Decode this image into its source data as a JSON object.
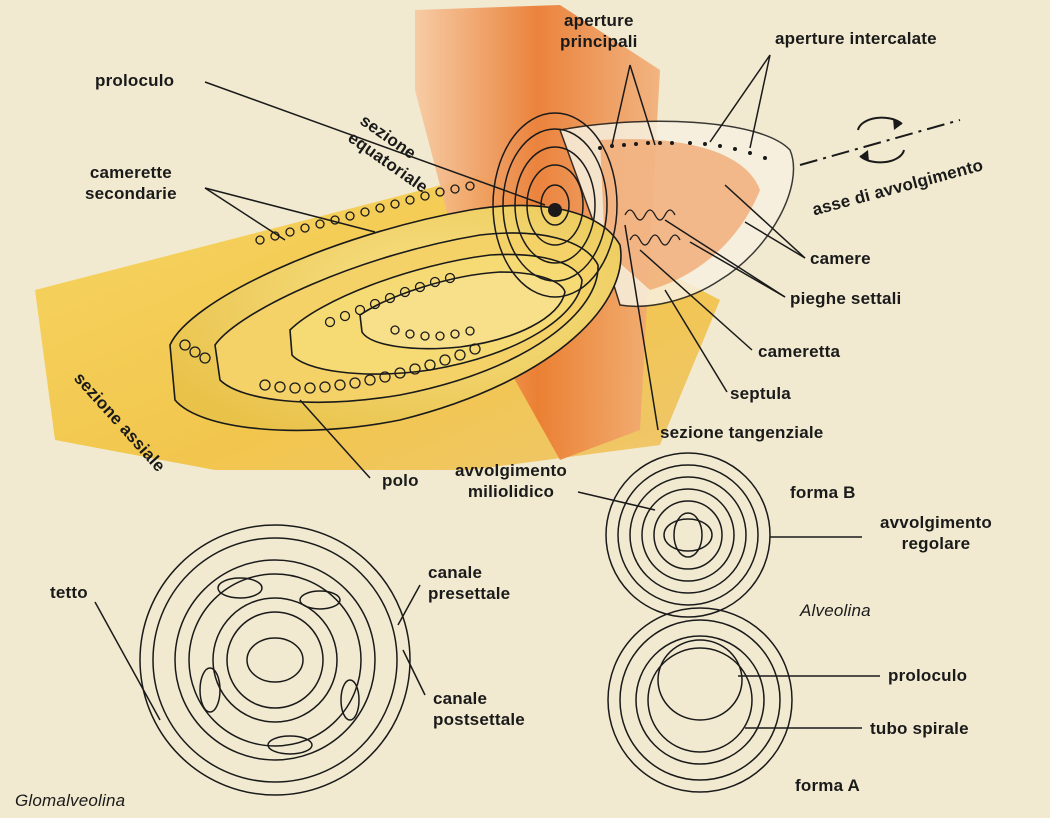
{
  "colors": {
    "background": "#f1ead0",
    "axial_plane": "#f2c446",
    "equatorial_plane": "#e9782c",
    "outline": "#1a1a1a"
  },
  "labels": {
    "aperture_principali": [
      "aperture",
      "principali"
    ],
    "aperture_intercalate": "aperture intercalate",
    "proloculo_top": "proloculo",
    "sezione_equatoriale": [
      "sezione",
      "equatoriale"
    ],
    "camerette_secondarie": [
      "camerette",
      "secondarie"
    ],
    "asse_di_avvolgimento": "asse di avvolgimento",
    "camere": "camere",
    "pieghe_settali": "pieghe settali",
    "cameretta": "cameretta",
    "septula": "septula",
    "sezione_tangenziale": "sezione tangenziale",
    "sezione_assiale": "sezione assiale",
    "polo": "polo",
    "avvolgimento_miliolidico": [
      "avvolgimento",
      "miliolidico"
    ],
    "forma_b": "forma B",
    "avvolgimento_regolare": [
      "avvolgimento",
      "regolare"
    ],
    "alveolina": "Alveolina",
    "tetto": "tetto",
    "canale_presettale": [
      "canale",
      "presettale"
    ],
    "canale_postsettale": [
      "canale",
      "postsettale"
    ],
    "glomalveolina": "Glomalveolina",
    "proloculo_bottom": "proloculo",
    "tubo_spirale": "tubo spirale",
    "forma_a": "forma A"
  }
}
